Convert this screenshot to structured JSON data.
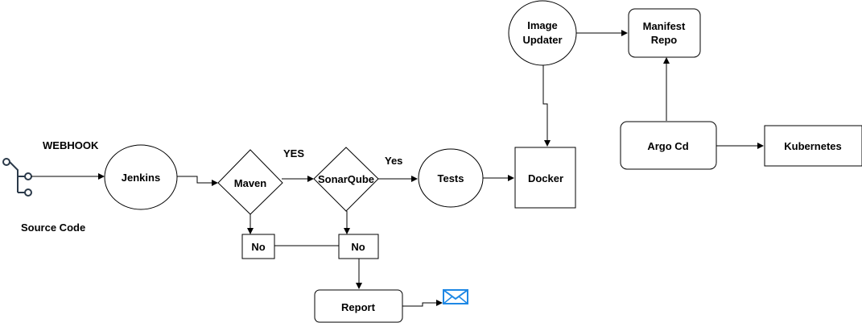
{
  "labels": {
    "webhook": "WEBHOOK",
    "source_code": "Source Code",
    "jenkins": "Jenkins",
    "maven": "Maven",
    "yes_upper": "YES",
    "sonarqube": "SonarQube",
    "yes_mixed": "Yes",
    "tests": "Tests",
    "docker": "Docker",
    "image_updater_line1": "Image",
    "image_updater_line2": "Updater",
    "manifest_repo_line1": "Manifest",
    "manifest_repo_line2": "Repo",
    "argo_cd": "Argo Cd",
    "kubernetes": "Kubernetes",
    "no_maven": "No",
    "no_sonar": "No",
    "report": "Report"
  },
  "icons": {
    "source": "git-branch-icon",
    "mail": "envelope-icon"
  },
  "colors": {
    "line": "#000000",
    "mail_icon": "#1e88e5",
    "background": "#ffffff"
  }
}
